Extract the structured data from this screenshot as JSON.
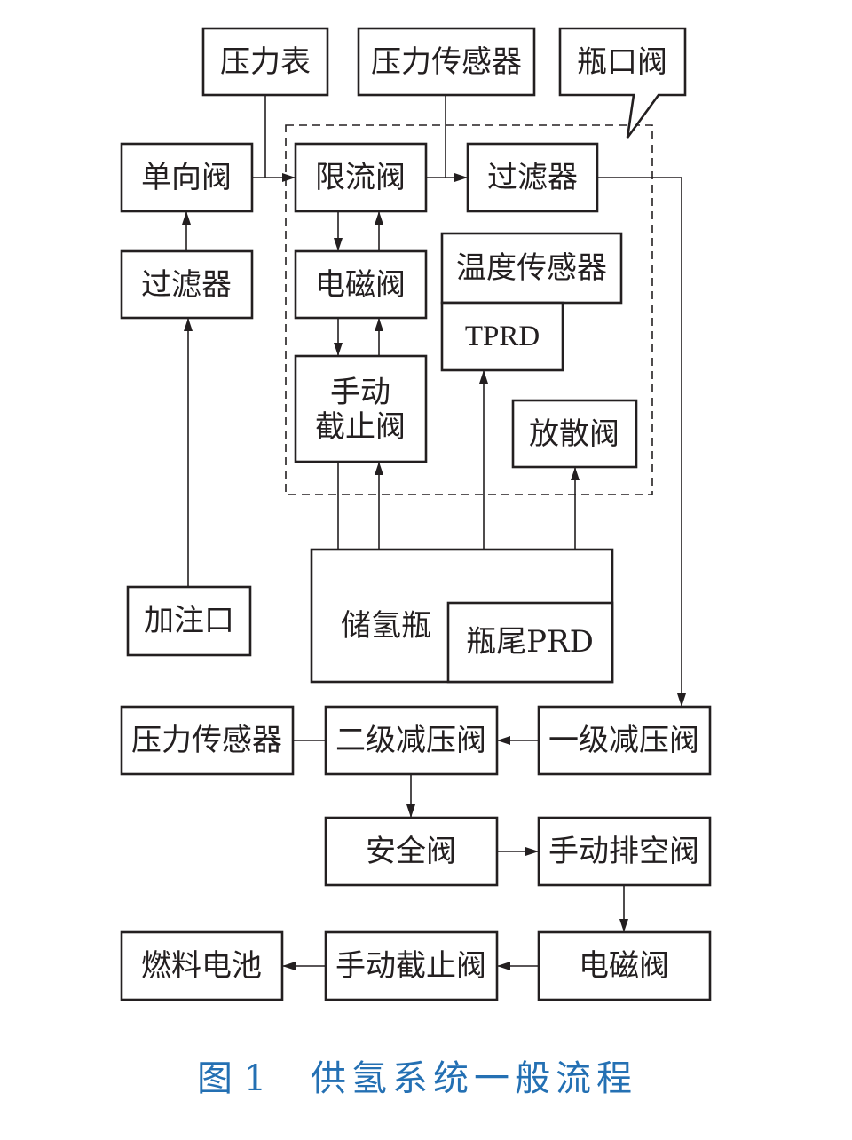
{
  "diagram": {
    "pressure_gauge": "压力表",
    "pressure_sensor_top": "压力传感器",
    "bottle_valve": "瓶口阀",
    "check_valve": "单向阀",
    "flow_limit_valve": "限流阀",
    "filter_top": "过滤器",
    "filter_left": "过滤器",
    "solenoid_valve_top": "电磁阀",
    "temperature_sensor": "温度传感器",
    "tprd": "TPRD",
    "manual_shutoff_valve_top": [
      "手动",
      "截止阀"
    ],
    "vent_valve": "放散阀",
    "storage_tank": "储氢瓶",
    "tail_prd": "瓶尾PRD",
    "fill_port": "加注口",
    "pressure_sensor_bottom": "压力传感器",
    "secondary_regulator": "二级减压阀",
    "primary_regulator": "一级减压阀",
    "safety_valve": "安全阀",
    "manual_vent_valve": "手动排空阀",
    "fuel_cell": "燃料电池",
    "manual_shutoff_valve_bottom": "手动截止阀",
    "solenoid_valve_bottom": "电磁阀"
  },
  "caption": {
    "label": "图 1",
    "title": "供氢系统一般流程"
  },
  "colors": {
    "line": "#231f20",
    "background": "#ffffff",
    "caption": "#2470b3"
  }
}
